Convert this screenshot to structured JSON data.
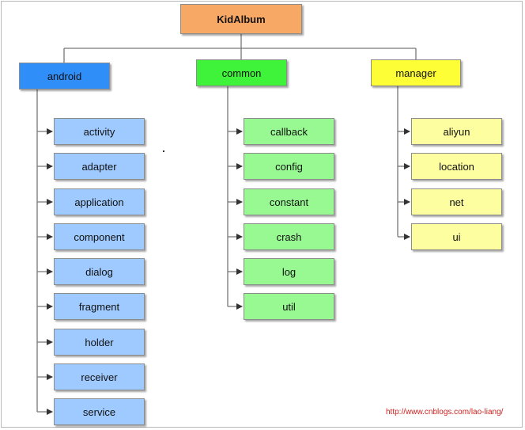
{
  "root": {
    "label": "KidAlbum",
    "color": "#f7a865"
  },
  "categories": [
    {
      "label": "android",
      "color": "#2f8ef8",
      "child_color": "#9fcaff",
      "children": [
        "activity",
        "adapter",
        "application",
        "component",
        "dialog",
        "fragment",
        "holder",
        "receiver",
        "service"
      ]
    },
    {
      "label": "common",
      "color": "#3ef33a",
      "child_color": "#98f993",
      "children": [
        "callback",
        "config",
        "constant",
        "crash",
        "log",
        "util"
      ]
    },
    {
      "label": "manager",
      "color": "#fefe37",
      "child_color": "#fdfea0",
      "children": [
        "aliyun",
        "location",
        "net",
        "ui"
      ]
    }
  ],
  "watermark": "http://www.cnblogs.com/lao-liang/"
}
